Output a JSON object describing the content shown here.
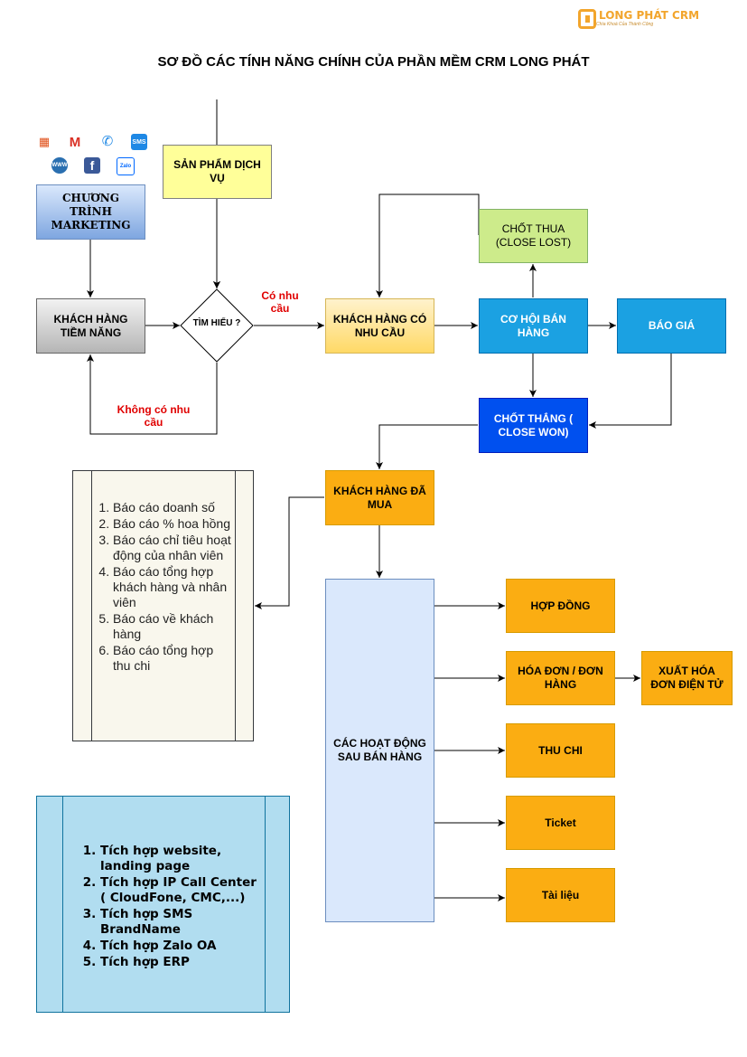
{
  "brand": {
    "name": "LONG PHÁT CRM",
    "tagline": "Chìa Khoá Của Thành Công"
  },
  "title": "SƠ ĐỒ CÁC TÍNH NĂNG CHÍNH CỦA PHẦN MỀM CRM LONG PHÁT",
  "icons": [
    "chart-icon",
    "gmail-icon",
    "phone-icon",
    "sms-icon",
    "web-icon",
    "facebook-icon",
    "zalo-icon"
  ],
  "icon_labels": {
    "sms": "SMS",
    "web": "WWW",
    "facebook": "f",
    "zalo": "Zalo"
  },
  "nodes": {
    "san_pham": "SẢN PHẨM DỊCH VỤ",
    "marketing": "CHƯƠNG TRÌNH MARKETING",
    "tiem_nang": "KHÁCH HÀNG TIỀM NĂNG",
    "tim_hieu": "TÌM HIỂU ?",
    "co_nhu_cau_box": "KHÁCH HÀNG CÓ NHU CẦU",
    "chot_thua": "CHỐT THUA (CLOSE LOST)",
    "co_hoi": "CƠ HỘI BÁN HÀNG",
    "bao_gia": "BÁO GIÁ",
    "chot_thang": "CHỐT THẮNG ( CLOSE WON)",
    "da_mua": "KHÁCH HÀNG ĐÃ MUA",
    "hoat_dong": "CÁC HOẠT ĐỘNG SAU BÁN HÀNG",
    "hop_dong": "HỢP ĐỒNG",
    "hoa_don": "HÓA ĐƠN  / ĐƠN HÀNG",
    "xuat_hoa_don": "XUẤT HÓA ĐƠN ĐIỆN TỬ",
    "thu_chi": "THU CHI",
    "ticket": "Ticket",
    "tai_lieu": "Tài liệu"
  },
  "edge_labels": {
    "co_nhu_cau": "Có nhu cầu",
    "khong_co_nhu_cau": "Không có nhu cầu"
  },
  "reports": [
    "Báo cáo doanh số",
    "Báo cáo % hoa hồng",
    "Báo cáo chỉ tiêu hoạt động của nhân viên",
    "Báo cáo tổng hợp khách hàng và nhân viên",
    "Báo cáo về khách hàng",
    "Báo cáo tổng hợp thu chi"
  ],
  "integrations": [
    "Tích hợp website, landing page",
    "Tích hợp IP Call Center ( CloudFone, CMC,...)",
    "Tích hợp SMS BrandName",
    "Tích hợp Zalo OA",
    "Tích hợp ERP"
  ],
  "colors": {
    "sky": "#1ba1e2",
    "royal": "#0050ef",
    "orange": "#fbad12",
    "green": "#cdeb8b",
    "yellow": "#ffff99",
    "panel_cream": "#f9f7ed",
    "panel_cyan": "#b1ddf0",
    "edge_red": "#e00000"
  }
}
